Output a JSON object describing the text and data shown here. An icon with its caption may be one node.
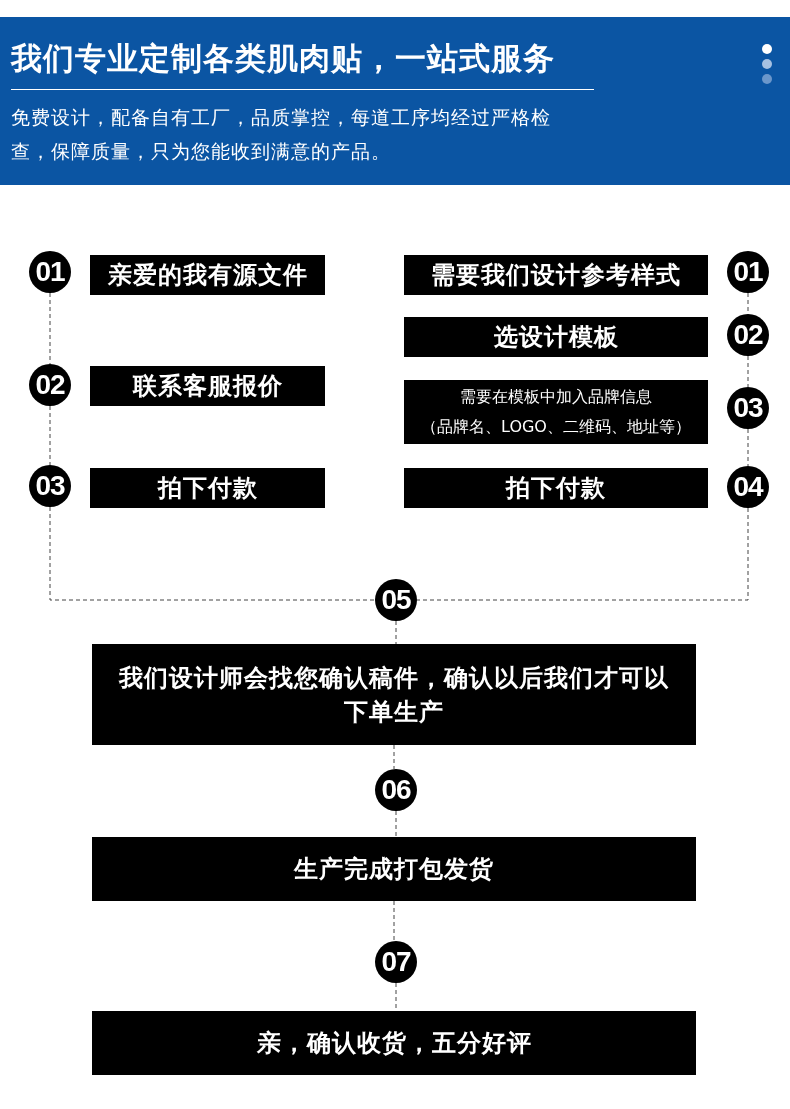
{
  "diagram": {
    "title": "我们专业定制各类肌肉贴，一站式服务",
    "nodes": [
      {
        "text": [
          "01"
        ]
      },
      {
        "text": [
          "亲爱的我有源文件"
        ]
      },
      {
        "text": [
          "02"
        ]
      },
      {
        "text": [
          "联系客服报价"
        ]
      },
      {
        "text": [
          "03"
        ]
      },
      {
        "text": [
          "拍下付款"
        ]
      },
      {
        "text": [
          "需要我们设计参考样式"
        ]
      },
      {
        "text": [
          "01"
        ]
      },
      {
        "text": [
          "选设计模板"
        ]
      },
      {
        "text": [
          "02"
        ]
      },
      {
        "text": [
          "需要在模板中加入品牌信息",
          "（品牌名、LOGO、二维码、地址等）"
        ]
      },
      {
        "text": [
          "03"
        ]
      },
      {
        "text": [
          "拍下付款"
        ]
      },
      {
        "text": [
          "04"
        ]
      },
      {
        "text": [
          "05"
        ]
      },
      {
        "text": [
          "我们设计师会找您确认稿件，确认以后我们才可以下单生产"
        ]
      },
      {
        "text": [
          "06"
        ]
      },
      {
        "text": [
          "生产完成打包发货"
        ]
      },
      {
        "text": [
          "07"
        ]
      },
      {
        "text": [
          "亲，确认收货，五分好评"
        ]
      }
    ],
    "edges": [
      {
        "from": 0,
        "to": 2,
        "arrow": "none",
        "style": "dashed"
      },
      {
        "from": 2,
        "to": 4,
        "arrow": "none",
        "style": "dashed"
      },
      {
        "from": 4,
        "to": 14,
        "arrow": "none",
        "style": "dashed"
      },
      {
        "from": 7,
        "to": 9,
        "arrow": "none",
        "style": "dashed"
      },
      {
        "from": 9,
        "to": 11,
        "arrow": "none",
        "style": "dashed"
      },
      {
        "from": 11,
        "to": 13,
        "arrow": "none",
        "style": "dashed"
      },
      {
        "from": 13,
        "to": 14,
        "arrow": "none",
        "style": "dashed"
      },
      {
        "from": 14,
        "to": 15,
        "arrow": "none",
        "style": "dashed"
      },
      {
        "from": 15,
        "to": 16,
        "arrow": "none",
        "style": "dashed"
      },
      {
        "from": 16,
        "to": 17,
        "arrow": "none",
        "style": "dashed"
      },
      {
        "from": 17,
        "to": 18,
        "arrow": "none",
        "style": "dashed"
      },
      {
        "from": 18,
        "to": 19,
        "arrow": "none",
        "style": "dashed"
      }
    ],
    "labels": [
      "免费设计，配备自有工厂，品质掌控，每道工序均经过严格检查，保障质量，只为您能收到满意的产品。"
    ]
  }
}
